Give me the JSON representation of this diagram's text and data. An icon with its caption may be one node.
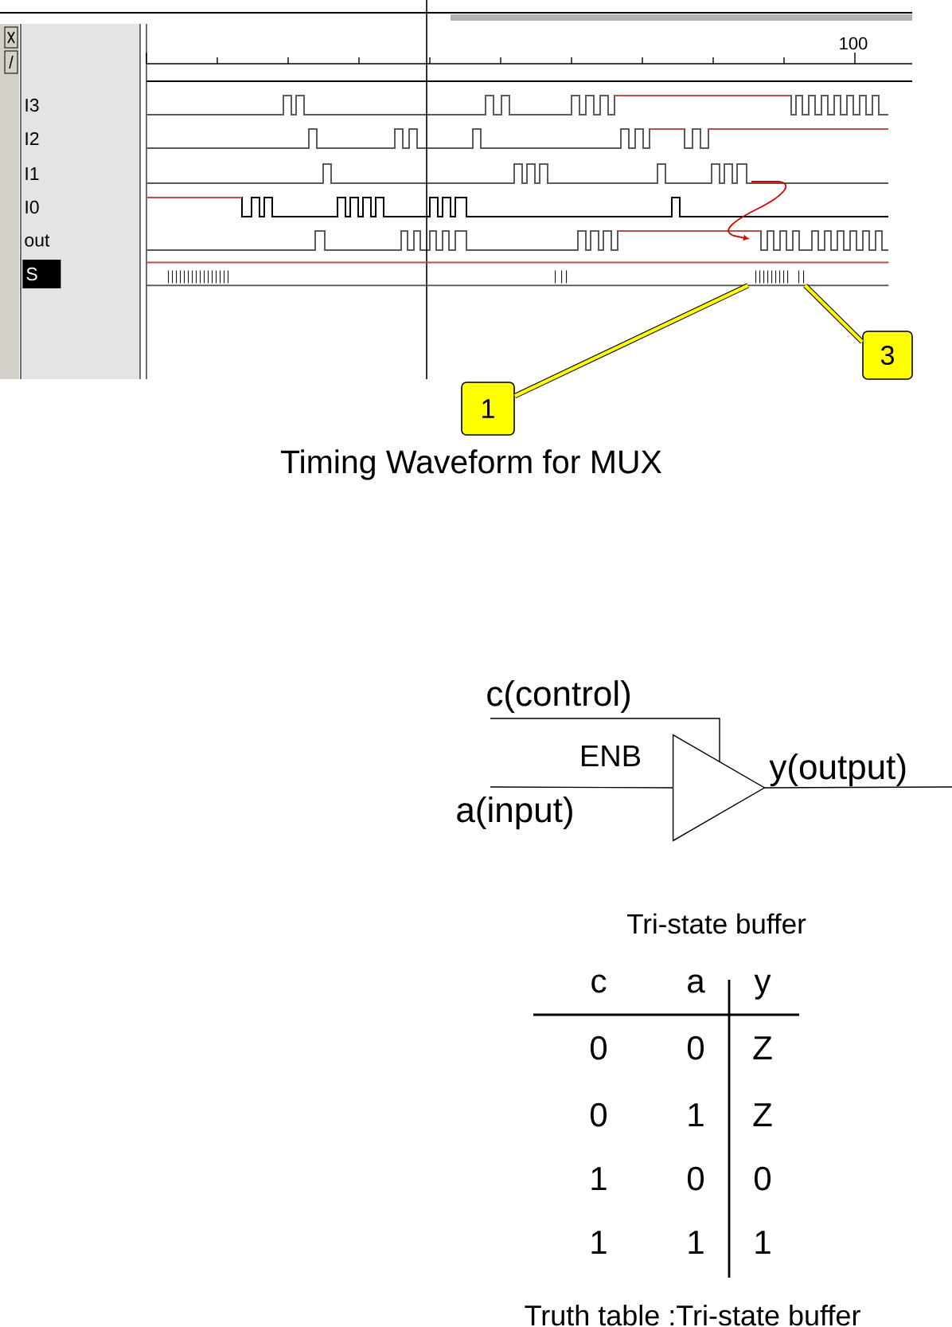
{
  "diagram": {
    "nodes": [
      {
        "text": [],
        "shape": "bar"
      },
      {
        "text": [
          "1"
        ]
      },
      {
        "text": [
          "3"
        ]
      },
      {
        "text": [],
        "shape": "triangle",
        "beside": [
          "ENB"
        ]
      }
    ],
    "edges": [
      {
        "from": 1,
        "to": 0,
        "arrow": "none",
        "style": "thick"
      },
      {
        "from": 2,
        "to": 0,
        "arrow": "none",
        "style": "thick"
      },
      {
        "from": null,
        "to": 3,
        "arrow": "none",
        "label": "c(control)"
      },
      {
        "from": null,
        "to": 3,
        "arrow": "none",
        "label": "a(input)"
      },
      {
        "from": 3,
        "to": null,
        "arrow": "none",
        "label": "y(output)"
      }
    ],
    "labels": [
      "100",
      "I3",
      "I2",
      "I1",
      "I0",
      "out",
      "S",
      "Timing Waveform for MUX",
      "Tri-state buffer",
      "c",
      "a",
      "y",
      "0",
      "0",
      "Z",
      "0",
      "1",
      "Z",
      "1",
      "0",
      "0",
      "1",
      "1",
      "1",
      "Truth table :Tri-state buffer"
    ]
  }
}
